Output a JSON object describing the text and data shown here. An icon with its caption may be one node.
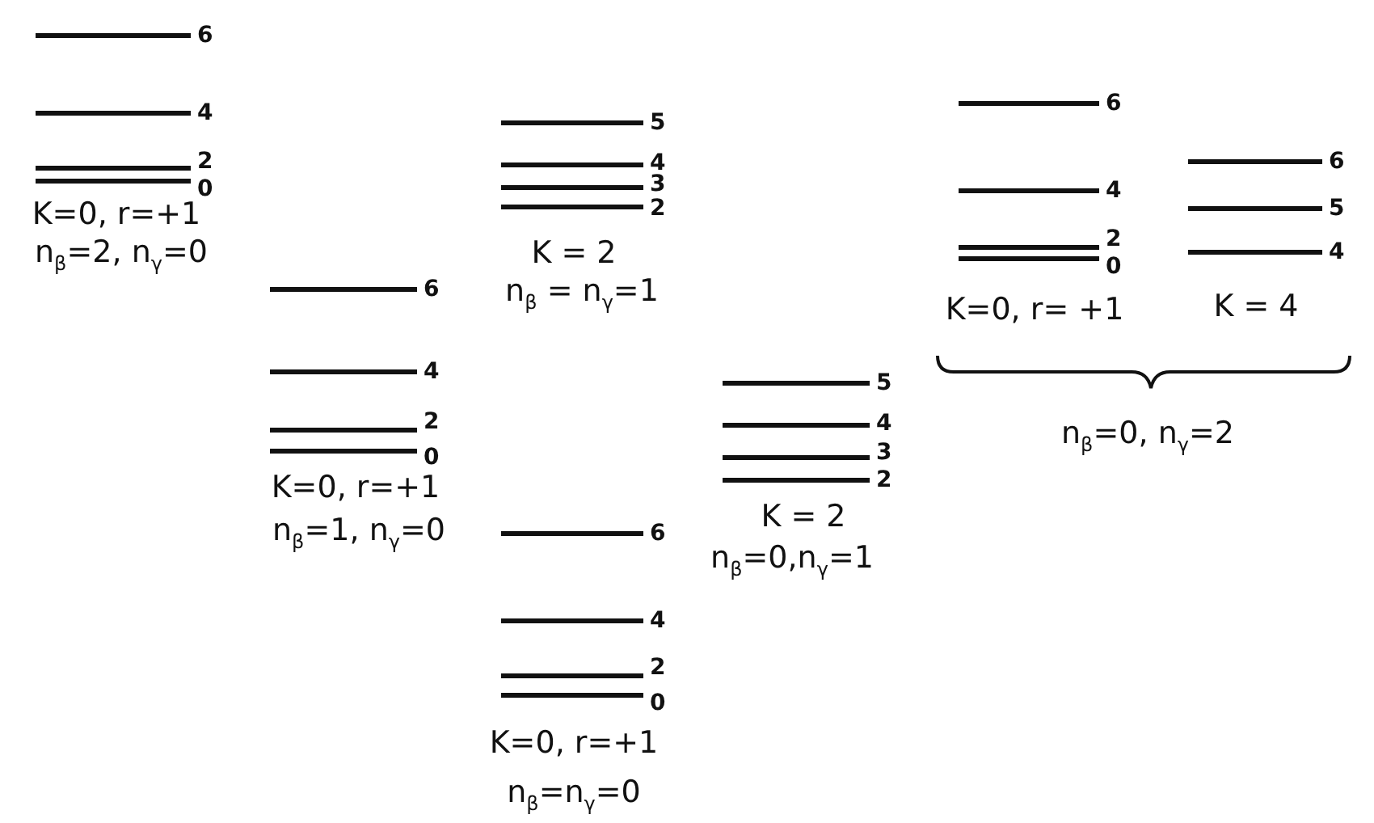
{
  "diagram": {
    "labels": [
      "6",
      "4",
      "2",
      "0",
      "K=0, r=+1",
      "n$_{β}$=2, n$_{γ}$=0",
      "5",
      "4",
      "3",
      "2",
      "K = 2",
      "n$_{β}$ = n$_{γ}$=1",
      "6",
      "4",
      "2",
      "0",
      "K=0, r= +1",
      "6",
      "5",
      "4",
      "K = 4",
      "n$_{β}$=0, n$_{γ}$=2",
      "6",
      "4",
      "2",
      "0",
      "K=0, r=+1",
      "n$_{β}$=1, n$_{γ}$=0",
      "5",
      "4",
      "3",
      "2",
      "K = 2",
      "n$_{β}$=0,n$_{γ}$=1",
      "6",
      "4",
      "2",
      "0",
      "K=0, r=+1",
      "n$_{β}$=n$_{γ}$=0"
    ]
  }
}
